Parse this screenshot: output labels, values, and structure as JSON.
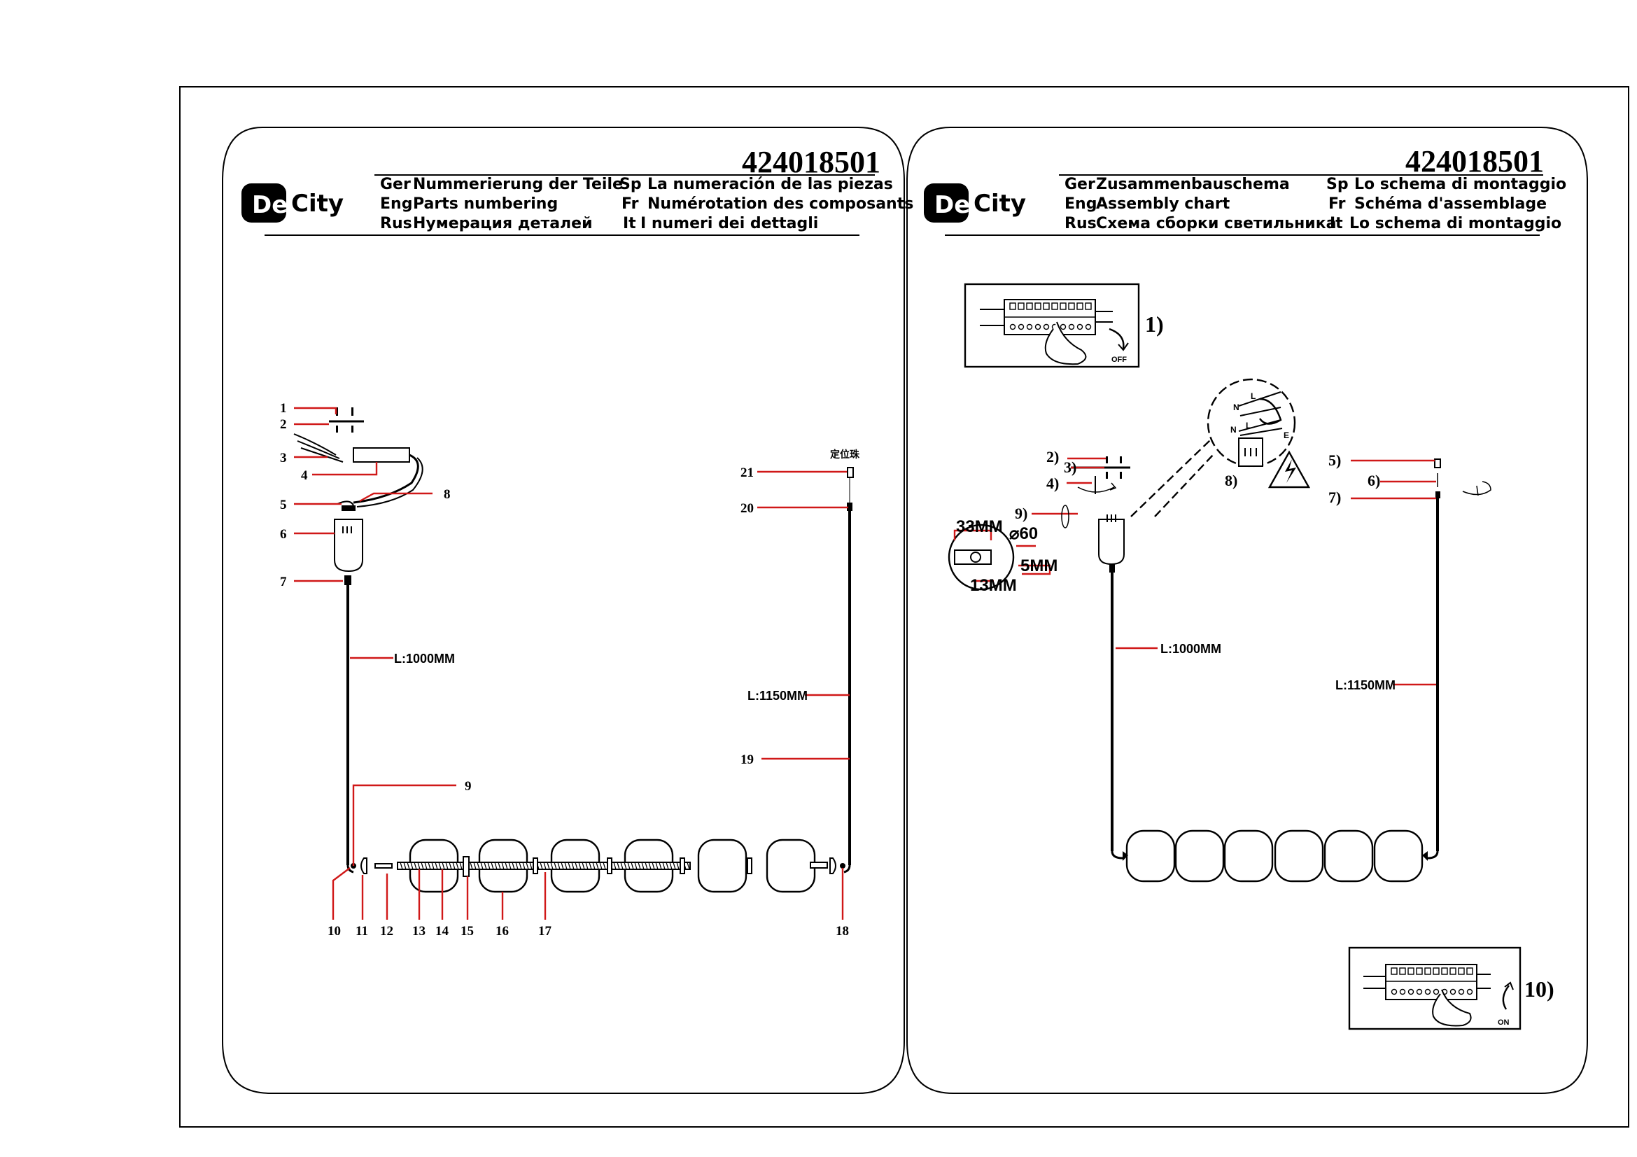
{
  "left": {
    "code": "424018501",
    "logo": {
      "box": "De",
      "word": "City"
    },
    "header": [
      {
        "lang": "Ger",
        "text": "Nummerierung der Teile"
      },
      {
        "lang": "Eng",
        "text": "Parts numbering"
      },
      {
        "lang": "Rus",
        "text": "Нумерация деталей"
      },
      {
        "lang": "Sp",
        "text": "La numeración de las piezas"
      },
      {
        "lang": "Fr",
        "text": "Numérotation des composants"
      },
      {
        "lang": "It",
        "text": "I numeri dei dettagli"
      }
    ],
    "callouts": [
      "1",
      "2",
      "3",
      "4",
      "5",
      "6",
      "7",
      "8",
      "9",
      "10",
      "11",
      "12",
      "13",
      "14",
      "15",
      "16",
      "17",
      "18",
      "19",
      "20",
      "21"
    ],
    "label_L1": "L:1000MM",
    "label_L2": "L:1150MM",
    "chinese_note": "定位珠"
  },
  "right": {
    "code": "424018501",
    "logo": {
      "box": "De",
      "word": "City"
    },
    "header": [
      {
        "lang": "Ger",
        "text": "Zusammenbauschema"
      },
      {
        "lang": "Eng",
        "text": "Assembly chart"
      },
      {
        "lang": "Rus",
        "text": "Схема сборки светильника"
      },
      {
        "lang": "Sp",
        "text": "Lo schema di montaggio"
      },
      {
        "lang": "Fr",
        "text": "Schéma d'assemblage"
      },
      {
        "lang": "It",
        "text": "Lo schema di montaggio"
      }
    ],
    "steps": [
      "1)",
      "2)",
      "3)",
      "4)",
      "5)",
      "6)",
      "7)",
      "8)",
      "9)",
      "10)"
    ],
    "off_label": "OFF",
    "on_label": "ON",
    "wires": [
      "L",
      "N",
      "L",
      "N",
      "E"
    ],
    "dims": {
      "d33": "33MM",
      "d60": "⌀60",
      "d5": "5MM",
      "d13": "13MM"
    },
    "label_L1": "L:1000MM",
    "label_L2": "L:1150MM"
  }
}
